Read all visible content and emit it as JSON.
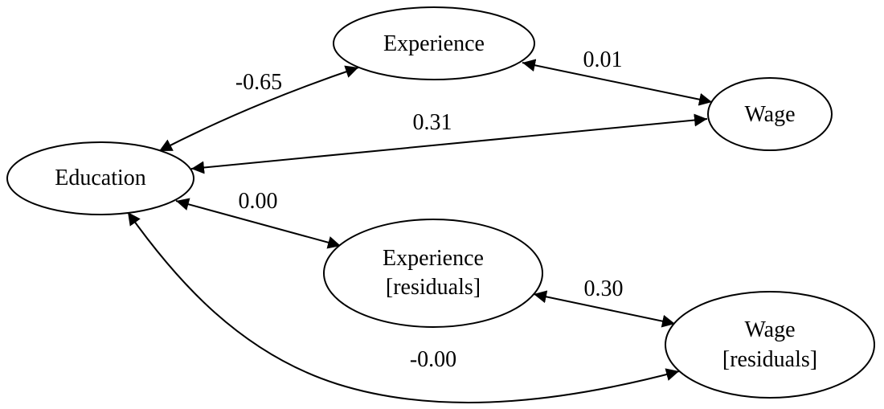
{
  "diagram": {
    "nodes": {
      "education": {
        "lines": [
          "Education"
        ]
      },
      "experience": {
        "lines": [
          "Experience"
        ]
      },
      "wage": {
        "lines": [
          "Wage"
        ]
      },
      "experience_residuals": {
        "lines": [
          "Experience",
          "[residuals]"
        ]
      },
      "wage_residuals": {
        "lines": [
          "Wage",
          "[residuals]"
        ]
      }
    },
    "edges": {
      "education_experience": {
        "from": "education",
        "to": "experience",
        "label": "-0.65",
        "bidirectional": true
      },
      "experience_wage": {
        "from": "experience",
        "to": "wage",
        "label": "0.01",
        "bidirectional": true
      },
      "education_wage": {
        "from": "education",
        "to": "wage",
        "label": "0.31",
        "bidirectional": true
      },
      "education_experience_residuals": {
        "from": "education",
        "to": "experience_residuals",
        "label": "0.00",
        "bidirectional": true
      },
      "experience_residuals_wage_residuals": {
        "from": "experience_residuals",
        "to": "wage_residuals",
        "label": "0.30",
        "bidirectional": true
      },
      "education_wage_residuals": {
        "from": "education",
        "to": "wage_residuals",
        "label": "-0.00",
        "bidirectional": true
      }
    }
  }
}
